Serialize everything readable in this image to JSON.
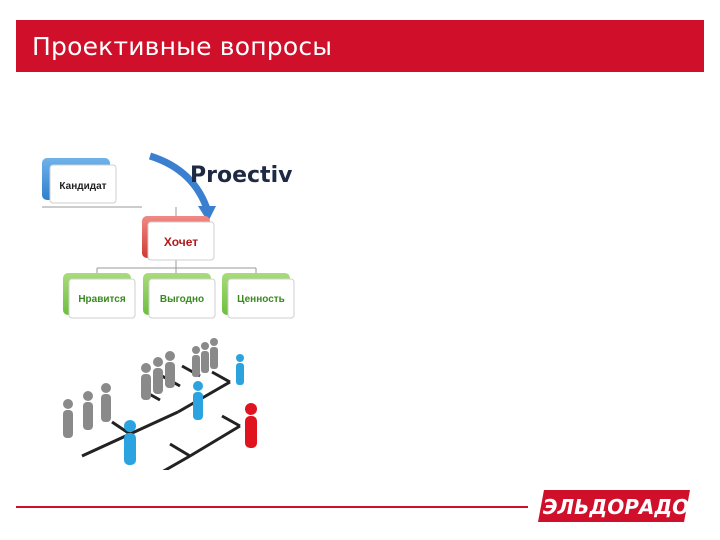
{
  "slide": {
    "title": "Проективные вопросы",
    "brand_color": "#d0102b"
  },
  "diagram": {
    "heading": "Proectiv",
    "root_box": "Кандидат",
    "middle_box": "Хочет",
    "leaf_boxes": [
      "Нравится",
      "Выгодно",
      "Ценность"
    ]
  },
  "illustration": {
    "description_icon": "people-tournament-bracket-icon",
    "colors": {
      "gray": "#8a8a8a",
      "blue": "#2aa3e0",
      "red": "#e0141e"
    }
  },
  "footer": {
    "logo_text": "ЭЛЬДОРАДО"
  }
}
